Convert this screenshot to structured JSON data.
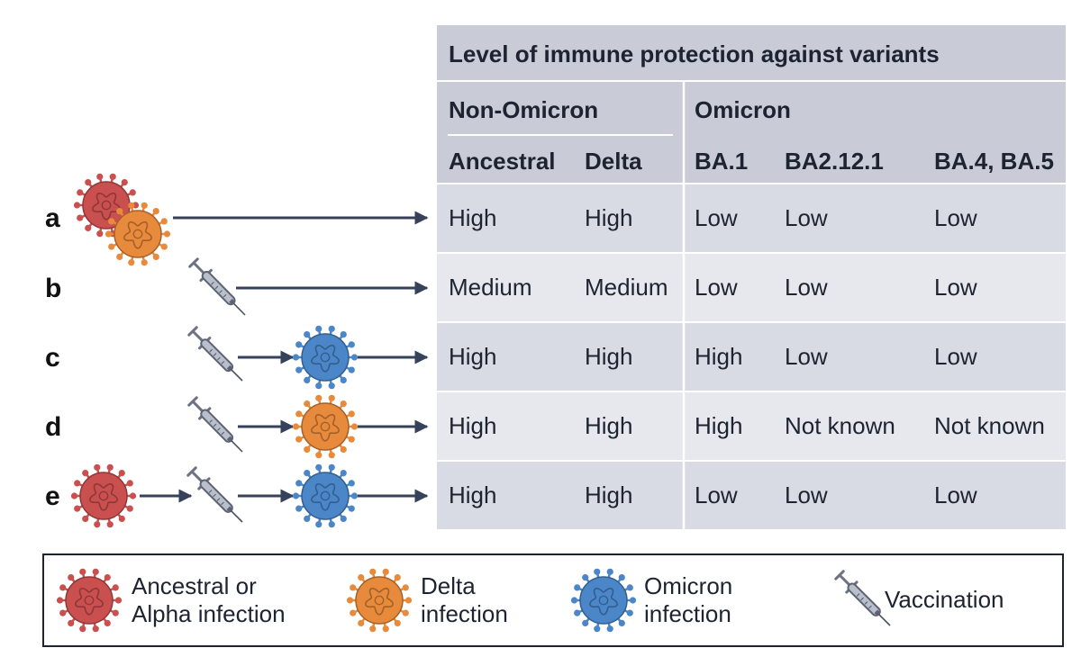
{
  "table": {
    "title": "Level of immune protection against variants",
    "group_non_omicron": "Non-Omicron",
    "group_omicron": "Omicron",
    "columns": [
      "Ancestral",
      "Delta",
      "BA.1",
      "BA2.12.1",
      "BA.4, BA.5"
    ],
    "rows": [
      {
        "letter": "a",
        "values": [
          "High",
          "High",
          "Low",
          "Low",
          "Low"
        ]
      },
      {
        "letter": "b",
        "values": [
          "Medium",
          "Medium",
          "Low",
          "Low",
          "Low"
        ]
      },
      {
        "letter": "c",
        "values": [
          "High",
          "High",
          "High",
          "Low",
          "Low"
        ]
      },
      {
        "letter": "d",
        "values": [
          "High",
          "High",
          "High",
          "Not known",
          "Not known"
        ]
      },
      {
        "letter": "e",
        "values": [
          "High",
          "High",
          "Low",
          "Low",
          "Low"
        ]
      }
    ]
  },
  "legend": {
    "ancestral_line1": "Ancestral or",
    "ancestral_line2": "Alpha infection",
    "delta_line1": "Delta",
    "delta_line2": "infection",
    "omicron_line1": "Omicron",
    "omicron_line2": "infection",
    "vaccination": "Vaccination"
  },
  "colors": {
    "ancestral_virus": "#c9504f",
    "delta_virus": "#e88a3c",
    "omicron_virus": "#4a86c8",
    "arrow": "#36415a",
    "header_bg": "#c9ccd6",
    "row_dark": "#d8dbe3",
    "row_light": "#e6e8ed"
  }
}
